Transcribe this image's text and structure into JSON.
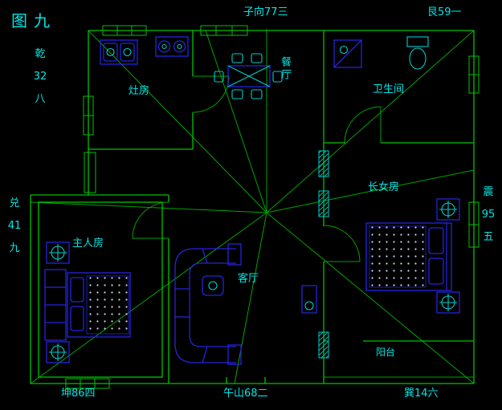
{
  "colors": {
    "background": "#000000",
    "wall_green": "#00c400",
    "line_green": "#00a400",
    "text_cyan": "#00e6e6",
    "furniture_blue": "#2424dd",
    "accent_cyan": "#00cccc",
    "dot_white": "#ccd6f2"
  },
  "figure_title": "图九",
  "compass_labels": {
    "top_center": "子向77三",
    "top_right": "艮59一",
    "left_top": [
      "乾",
      "32",
      "八"
    ],
    "left_bottom": [
      "兑",
      "41",
      "九"
    ],
    "right_middle": [
      "震",
      "95",
      "五"
    ],
    "bottom_left": "坤86四",
    "bottom_center": "午山68二",
    "bottom_right": "巽14六"
  },
  "room_labels": {
    "kitchen": "灶房",
    "dining": "餐厅",
    "bathroom": "卫生间",
    "eldest_daughter_room": "长女房",
    "master_bedroom": "主人房",
    "living_room": "客厅",
    "balcony": "阳台"
  },
  "icons": {
    "ceiling-lamp-icon": "circle-with-cross",
    "bed-icon": "rect-with-dotted-mattress-and-pillows",
    "wardrobe-icon": "rect-with-shelves",
    "sofa-icon": "curved-sectional-outline",
    "dining-table-icon": "rect-with-x-diagonals",
    "chair-icon": "small-rounded-rect",
    "stove-icon": "rect-with-two-burners",
    "sink-icon": "double-basin-with-circles",
    "toilet-icon": "tank-and-oval-bowl",
    "shower-icon": "square-with-diagonal-and-drain",
    "appliance-icon": "small-rect-with-circle",
    "window-icon": "double-line-rect-on-wall",
    "door-arc-icon": "quarter-circle-swing",
    "hatch-icon": "diagonal-hatched-box"
  }
}
